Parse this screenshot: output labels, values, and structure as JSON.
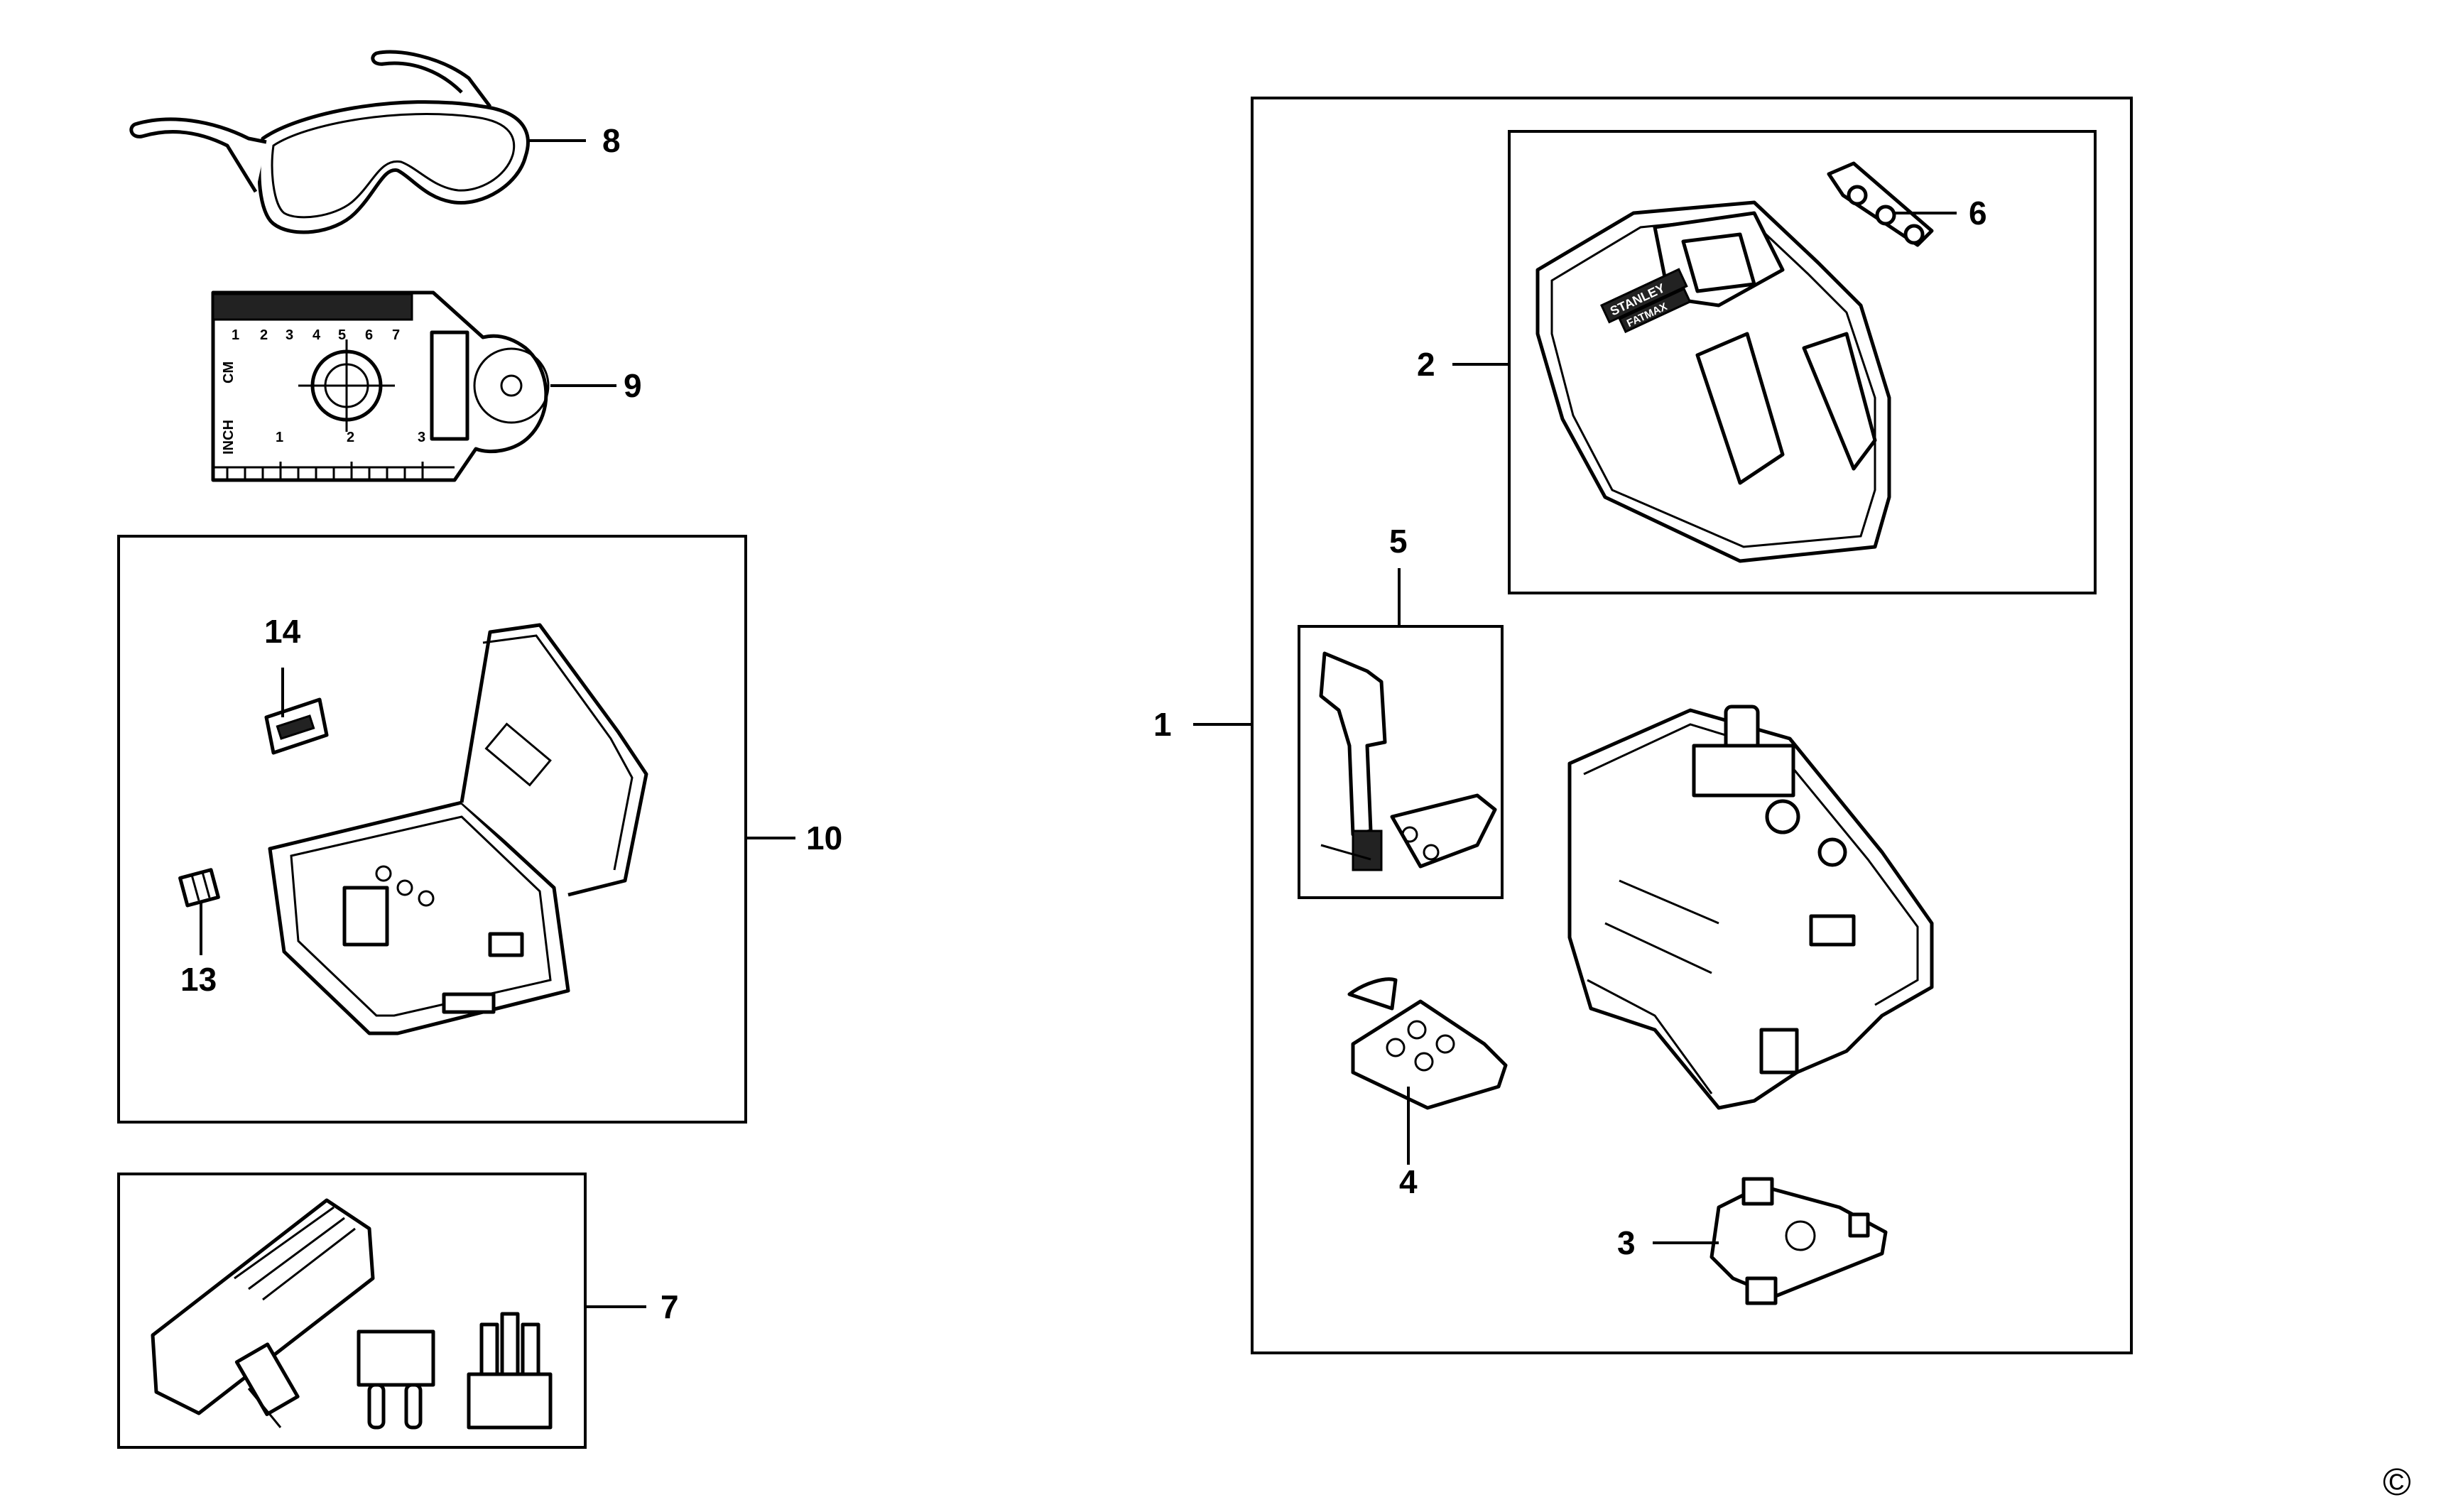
{
  "callouts": {
    "c1": "1",
    "c2": "2",
    "c3": "3",
    "c4": "4",
    "c5": "5",
    "c6": "6",
    "c7": "7",
    "c8": "8",
    "c9": "9",
    "c10": "10",
    "c13": "13",
    "c14": "14"
  },
  "target_card": {
    "unit_cm": "CM",
    "unit_inch": "INCH",
    "cm_marks": [
      "1",
      "2",
      "3",
      "4",
      "5",
      "6",
      "7"
    ],
    "inch_marks": [
      "1",
      "2",
      "3"
    ]
  },
  "logo": {
    "brand": "STANLEY",
    "series": "FATMAX"
  },
  "copyright": "©"
}
